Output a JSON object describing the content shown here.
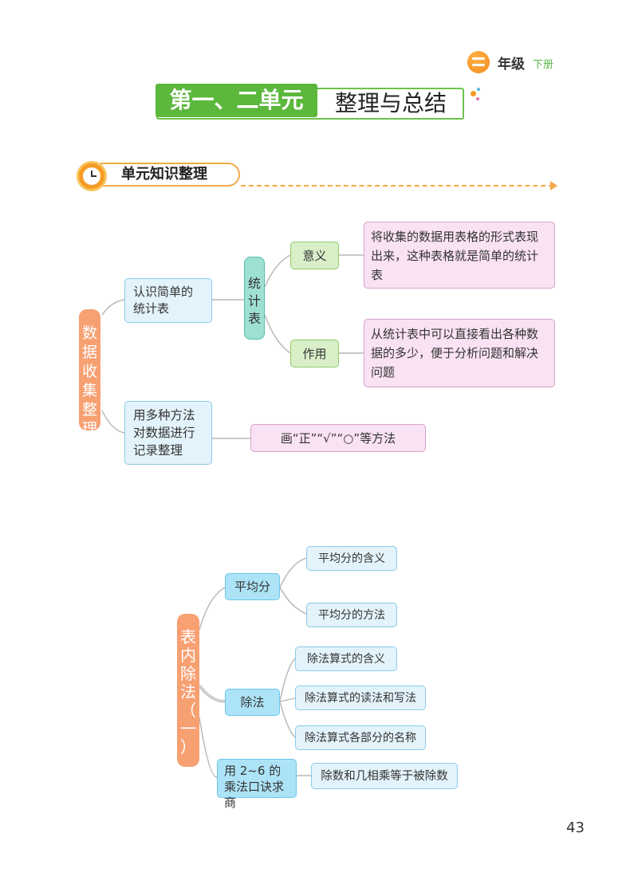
{
  "header": {
    "grade": "年级",
    "grade_sub": "下册"
  },
  "title": {
    "left": "第一、二单元",
    "right": "整理与总结"
  },
  "section": {
    "label": "单元知识整理"
  },
  "map1": {
    "root": [
      "数",
      "据",
      "收",
      "集",
      "整",
      "理"
    ],
    "branch1": "认识简单的统计表",
    "node_table": [
      "统",
      "计",
      "表"
    ],
    "meaning": "意义",
    "meaning_text": "将收集的数据用表格的形式表现出来，这种表格就是简单的统计表",
    "use": "作用",
    "use_text": "从统计表中可以直接看出各种数据的多少，便于分析问题和解决问题",
    "branch2": "用多种方法对数据进行记录整理",
    "method_text": "画“正”“√”“○”等方法"
  },
  "map2": {
    "root": [
      "表",
      "内",
      "除",
      "法",
      "（",
      "一",
      "）"
    ],
    "avg": "平均分",
    "avg_meaning": "平均分的含义",
    "avg_method": "平均分的方法",
    "div": "除法",
    "div_meaning": "除法算式的含义",
    "div_read": "除法算式的读法和写法",
    "div_parts": "除法算式各部分的名称",
    "table_method": "用 2~6 的乘法口诀求商",
    "table_method_text": "除数和几相乘等于被除数"
  },
  "page_number": "43",
  "colors": {
    "accent_green": "#5cb83c",
    "accent_orange": "#f59b25",
    "root_orange": "#f7a072"
  }
}
